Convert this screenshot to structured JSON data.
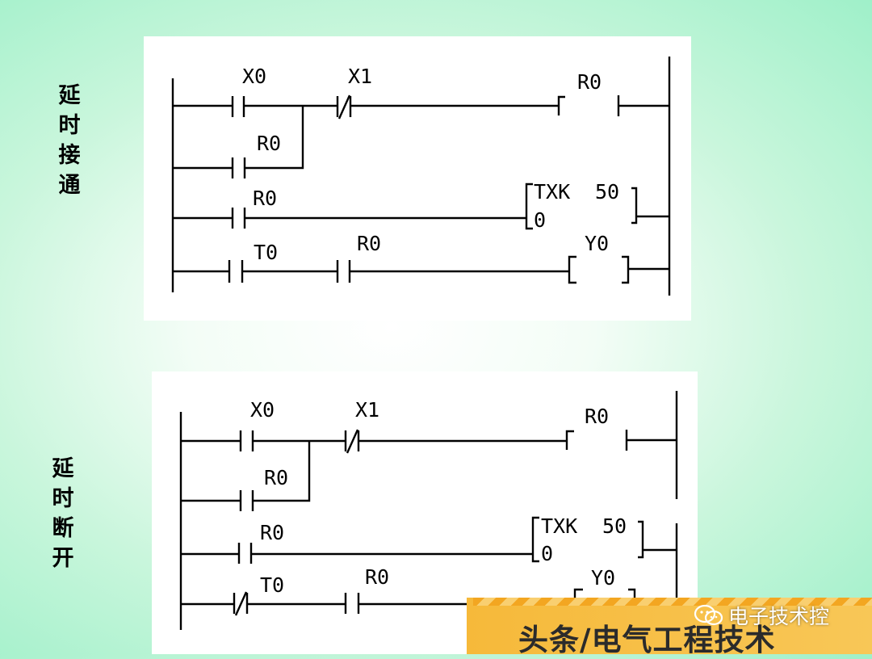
{
  "diagram_top": {
    "side_label": "延时接通",
    "labels": {
      "x0": "X0",
      "x1": "X1",
      "r0_coil": "R0",
      "r0_hold": "R0",
      "r0_timer_contact": "R0",
      "timer_name": "TXK",
      "timer_preset": "50",
      "timer_index": "0",
      "t0": "T0",
      "r0_output_contact": "R0",
      "y0": "Y0"
    }
  },
  "diagram_bottom": {
    "side_label": "延时断开",
    "labels": {
      "x0": "X0",
      "x1": "X1",
      "r0_coil": "R0",
      "r0_hold": "R0",
      "r0_timer_contact": "R0",
      "timer_name": "TXK",
      "timer_preset": "50",
      "timer_index": "0",
      "t0": "T0",
      "r0_output_contact": "R0",
      "y0": "Y0"
    }
  },
  "banner": {
    "text": "头条/电气工程技术"
  },
  "watermark": {
    "text": "电子技术控",
    "icon": "wechat-icon"
  }
}
